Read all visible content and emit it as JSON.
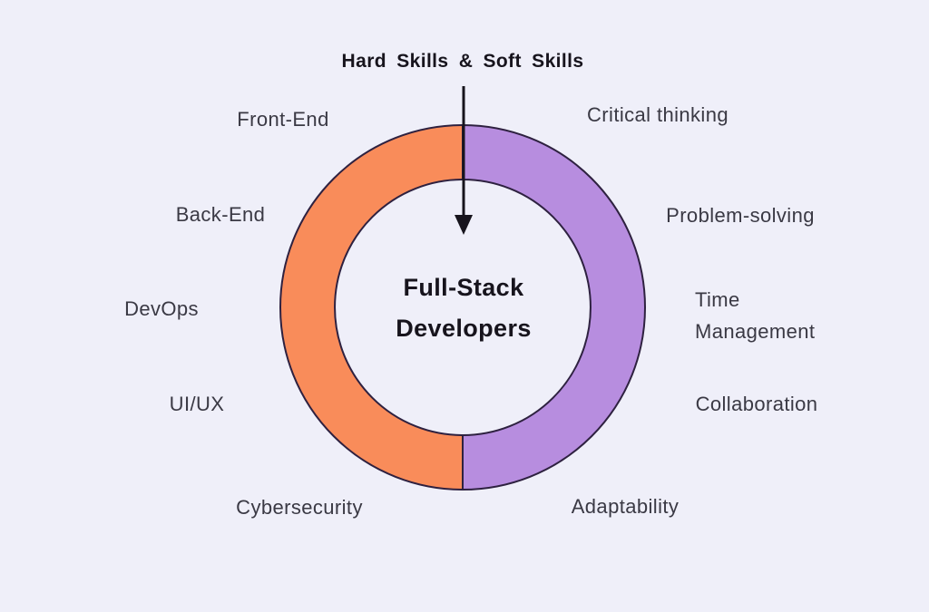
{
  "title": "Hard Skills & Soft Skills",
  "center_label": {
    "line1": "Full-Stack",
    "line2": "Developers"
  },
  "hard_skills": [
    "Front-End",
    "Back-End",
    "DevOps",
    "UI/UX",
    "Cybersecurity"
  ],
  "soft_skills": [
    "Critical thinking",
    "Problem-solving",
    "Time Management",
    "Collaboration",
    "Adaptability"
  ],
  "colors": {
    "hard_skills_ring": "#F98C5A",
    "soft_skills_ring": "#B78DDF",
    "background": "#EFEFF9",
    "ring_outline": "#2E2140",
    "arrow": "#17141D",
    "label_text": "#3A3944",
    "heading_text": "#17141D"
  }
}
